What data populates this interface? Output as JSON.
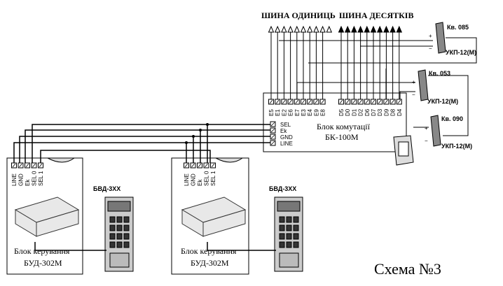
{
  "bus_ones_label": "ШИНА ОДИНИЦЬ",
  "bus_tens_label": "ШИНА ДЕСЯТКІВ",
  "commutation_block": {
    "title_line1": "Блок комутації",
    "title_line2": "БК-100М",
    "left_pins": [
      "SEL",
      "Ek",
      "GND",
      "LINE"
    ],
    "e_pins": [
      "E5",
      "E1",
      "E2",
      "E6",
      "E7",
      "E3",
      "E4",
      "E9",
      "E8"
    ],
    "d_pins": [
      "D5",
      "D0",
      "D1",
      "D2",
      "D6",
      "D7",
      "D3",
      "D9",
      "D8",
      "D4"
    ]
  },
  "handsets": [
    {
      "apt": "Кв. 085",
      "model": "УКП-12(М)"
    },
    {
      "apt": "Кв. 053",
      "model": "УКП-12(М)"
    },
    {
      "apt": "Кв. 090",
      "model": "УКП-12(М)"
    }
  ],
  "control_units": [
    {
      "name_line1": "Блок керування",
      "name_line2": "БУД-302М",
      "panel": "БВД-3ХХ",
      "terminals": [
        "LINE",
        "GND",
        "Ek",
        "SEL 0",
        "SEL 1"
      ]
    },
    {
      "name_line1": "Блок керування",
      "name_line2": "БУД-302М",
      "panel": "БВД-3ХХ",
      "terminals": [
        "LINE",
        "GND",
        "Ek",
        "SEL 0",
        "SEL 1"
      ]
    }
  ],
  "plus": "+",
  "minus": "−",
  "scheme_label": "Схема №3"
}
